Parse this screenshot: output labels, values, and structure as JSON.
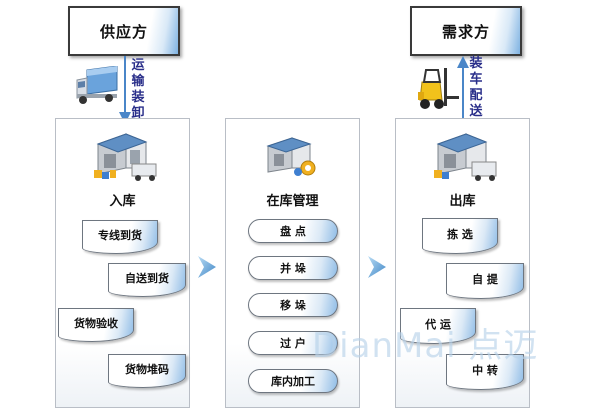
{
  "supplier": {
    "label": "供应方"
  },
  "demander": {
    "label": "需求方"
  },
  "inbound_arrow": {
    "label": "运输装卸"
  },
  "outbound_arrow": {
    "label": "装车配送"
  },
  "panels": {
    "inbound": {
      "title": "入库",
      "items": [
        "专线到货",
        "自送到货",
        "货物验收",
        "货物堆码"
      ]
    },
    "storage": {
      "title": "在库管理",
      "items": [
        "盘 点",
        "并 垛",
        "移 垛",
        "过 户",
        "库内加工"
      ]
    },
    "outbound": {
      "title": "出库",
      "items": [
        "拣 选",
        "自 提",
        "代 运",
        "中 转"
      ]
    }
  },
  "watermark": {
    "text": "DianMai 点迈"
  },
  "icons": [
    "truck-icon",
    "forklift-icon",
    "warehouse-icon",
    "arrow-chevron-icon"
  ],
  "colors": {
    "accent_blue": "#8fbce6",
    "label_blue": "#2a2f8a",
    "arrow_blue": "#4a86c8"
  }
}
